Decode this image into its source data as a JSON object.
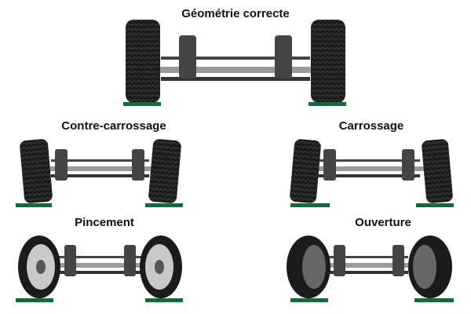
{
  "titles": {
    "correct": "Géométrie correcte",
    "negative_camber": "Contre-carrossage",
    "positive_camber": "Carrossage",
    "toe_in": "Pincement",
    "toe_out": "Ouverture"
  },
  "colors": {
    "ground": "#0f6b3a",
    "tire": "#1b1b1b",
    "tread": "#3a3a3a",
    "axle": "#8a8a8a",
    "rim": "#c9c9c9"
  }
}
